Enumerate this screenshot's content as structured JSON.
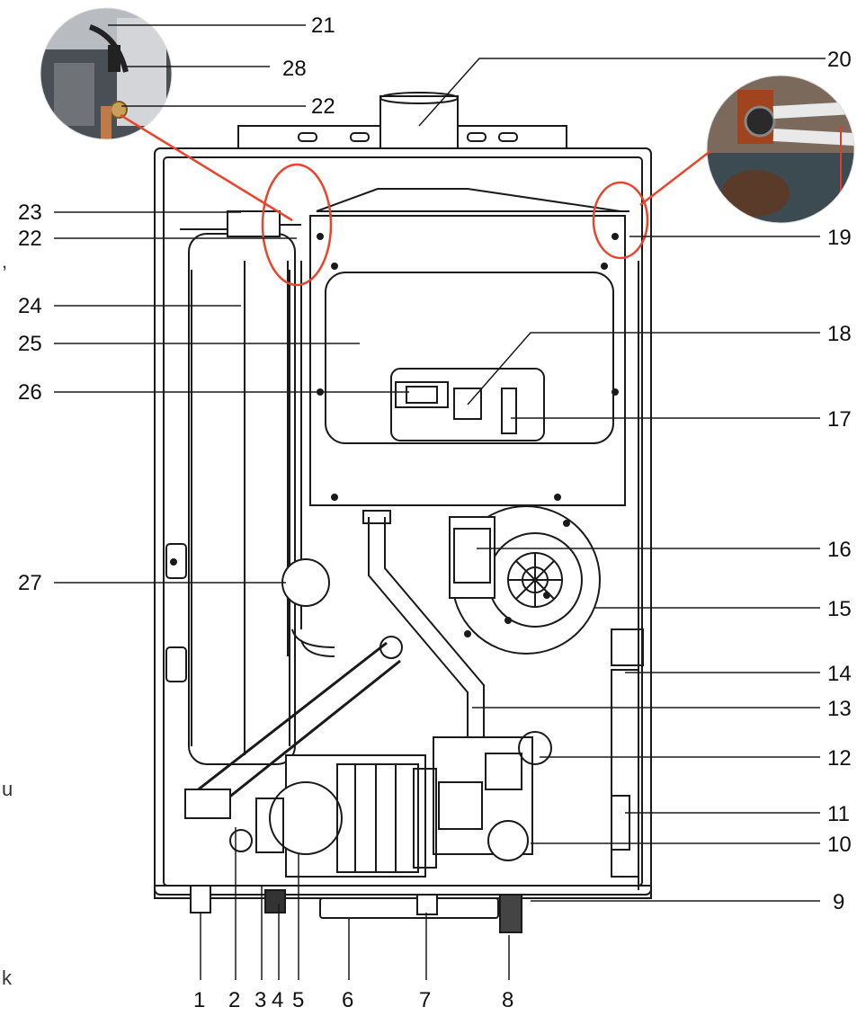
{
  "labels": {
    "n1": "1",
    "n2": "2",
    "n3": "3",
    "n4": "4",
    "n5": "5",
    "n6": "6",
    "n7": "7",
    "n8": "8",
    "n9": "9",
    "n10": "10",
    "n11": "11",
    "n12": "12",
    "n13": "13",
    "n14": "14",
    "n15": "15",
    "n16": "16",
    "n17": "17",
    "n18": "18",
    "n19": "19",
    "n20": "20",
    "n21": "21",
    "n22a": "22",
    "n22b": "22",
    "n23": "23",
    "n24": "24",
    "n25": "25",
    "n26": "26",
    "n27": "27",
    "n28": "28"
  },
  "edge_fragments": {
    "left_comma": ",",
    "left_u": "u",
    "left_k": "k"
  },
  "colors": {
    "line": "#1a1a1a",
    "highlight": "#e8452c",
    "body_fill": "#ffffff"
  }
}
